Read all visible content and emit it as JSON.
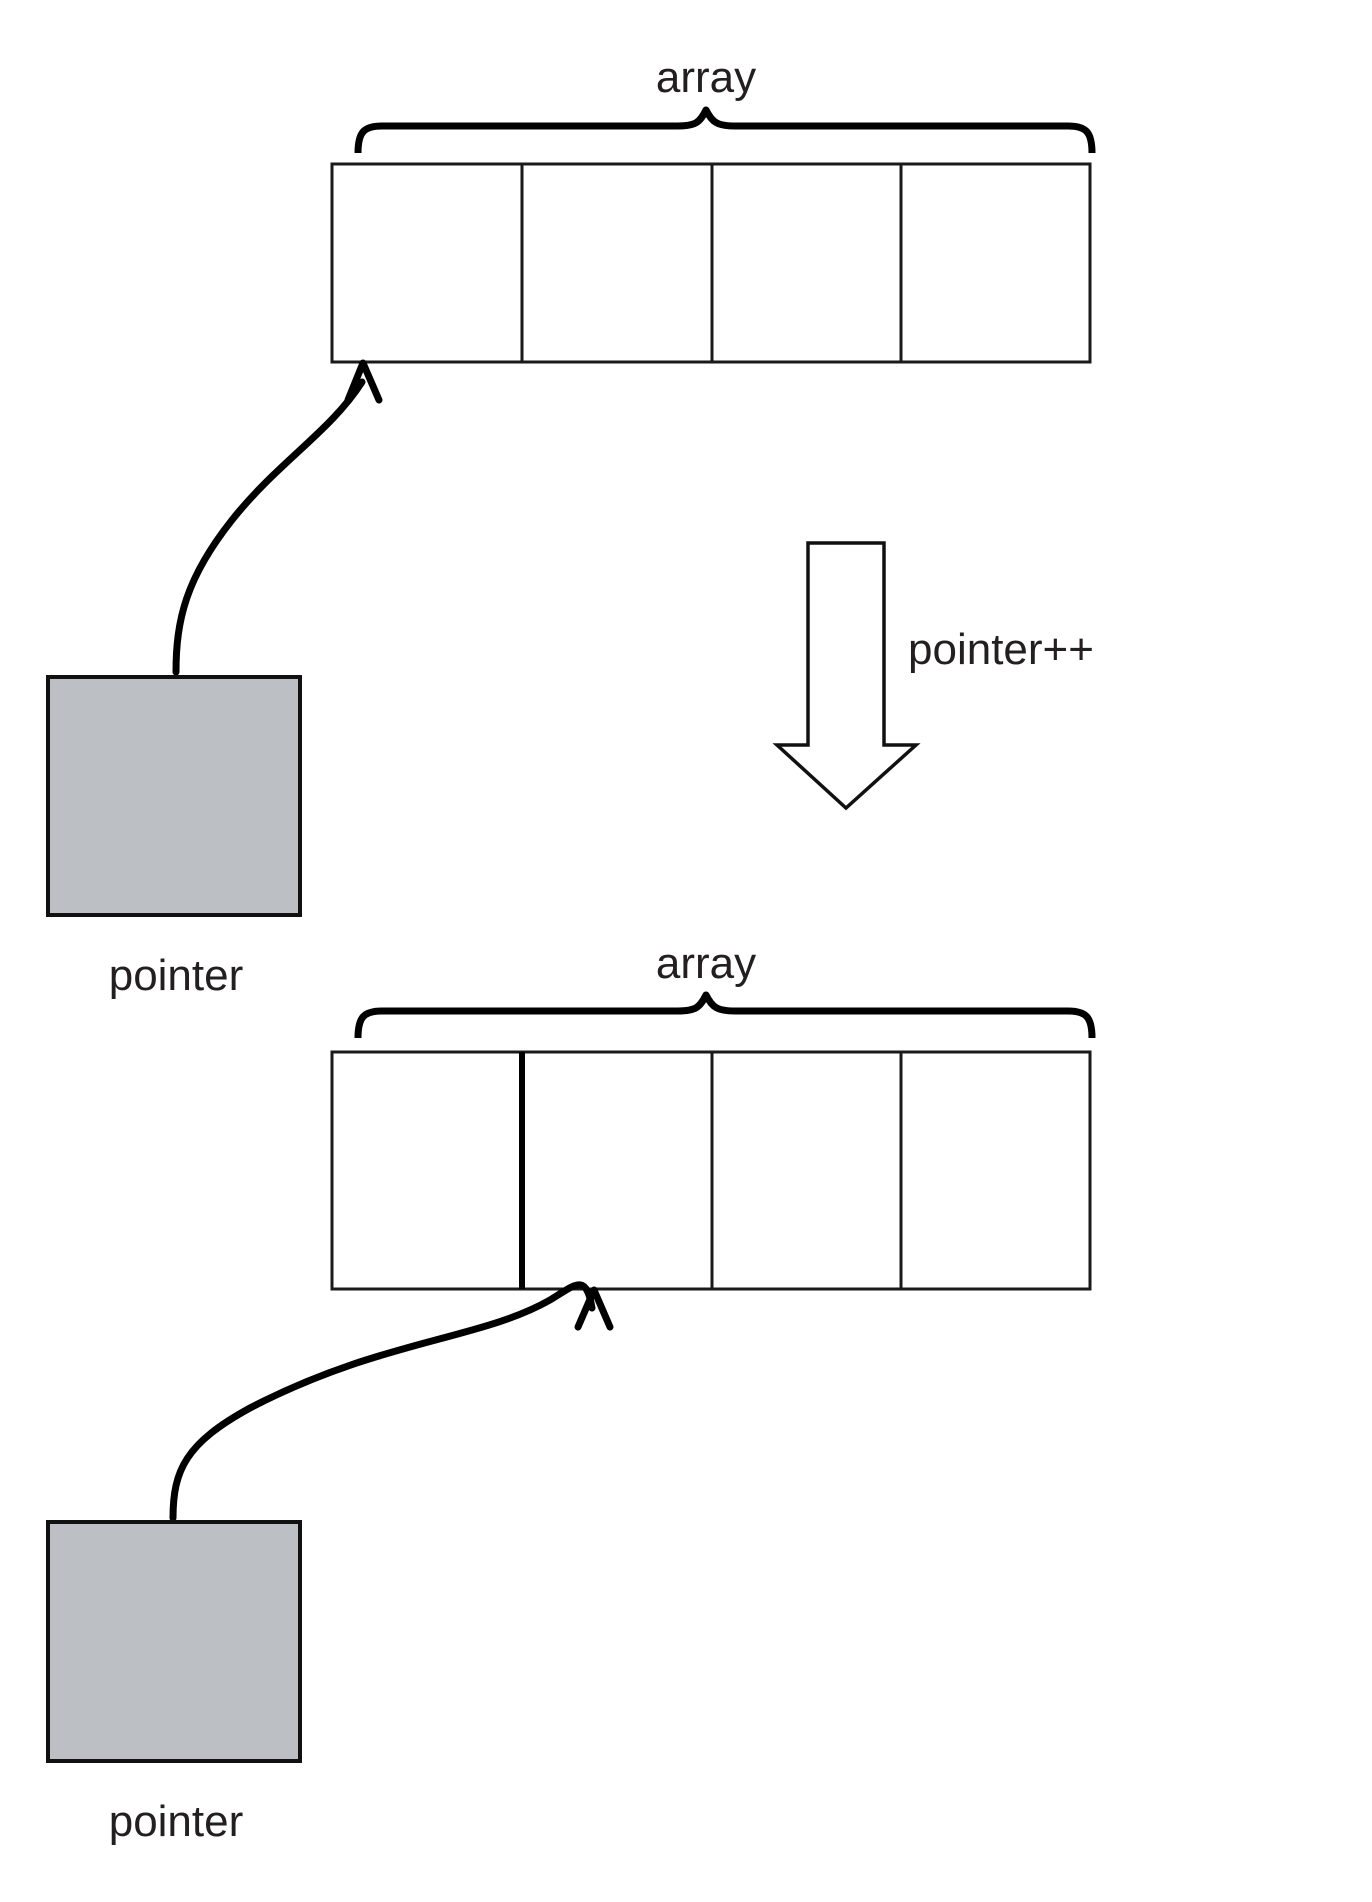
{
  "diagram": {
    "title_top": "array",
    "title_bottom": "array",
    "operation_label": "pointer++",
    "pointer_label_top": "pointer",
    "pointer_label_bottom": "pointer",
    "colors": {
      "pointer_box_fill": "#bcbfc4",
      "stroke": "#111111",
      "text": "#231f20",
      "background": "#ffffff"
    },
    "arrays": [
      {
        "name": "array-top",
        "label": "array",
        "cell_count": 4,
        "pointer_target_index": 0
      },
      {
        "name": "array-bottom",
        "label": "array",
        "cell_count": 4,
        "pointer_target_index": 1
      }
    ],
    "cells_top": [
      "",
      "",
      "",
      ""
    ],
    "cells_bottom": [
      "",
      "",
      "",
      ""
    ]
  }
}
